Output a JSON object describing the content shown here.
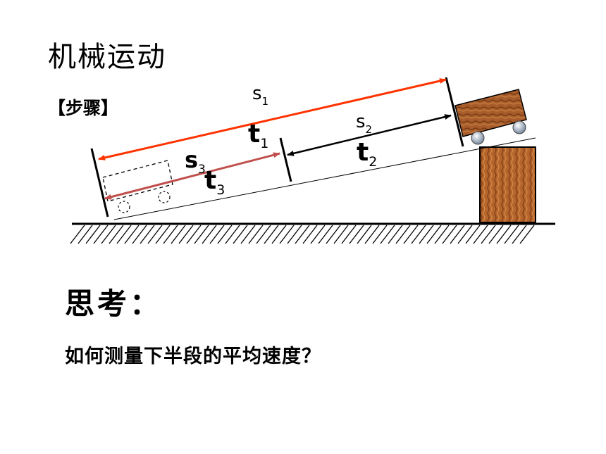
{
  "title": "机械运动",
  "step_label": "【步骤】",
  "think_label": "思考：",
  "question": "如何测量下半段的平均速度？",
  "diagram": {
    "s1": {
      "letter": "s",
      "sub": "1"
    },
    "t1": {
      "letter": "t",
      "sub": "1"
    },
    "s2": {
      "letter": "s",
      "sub": "2"
    },
    "t2": {
      "letter": "t",
      "sub": "2"
    },
    "s3": {
      "letter": "s",
      "sub": "3"
    },
    "t3": {
      "letter": "t",
      "sub": "3"
    }
  },
  "colors": {
    "s1_arrow": "#ff3300",
    "s3_arrow": "#c0504d",
    "s2_arrow": "#000000",
    "wood": "#a0522d"
  }
}
